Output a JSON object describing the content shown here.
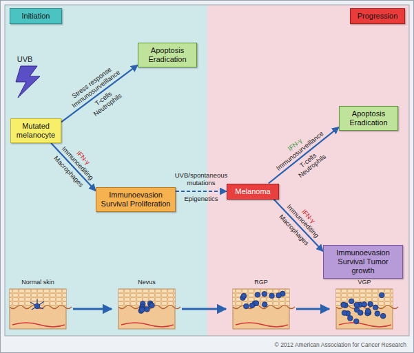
{
  "diagram": {
    "nodes": [
      {
        "text": [
          "Initiation"
        ]
      },
      {
        "text": [
          "Progression"
        ]
      },
      {
        "text": [
          "Mutated melanocyte"
        ]
      },
      {
        "text": [
          "Apoptosis Eradication"
        ]
      },
      {
        "text": [
          "Immunoevasion Survival Proliferation"
        ]
      },
      {
        "text": [
          "Melanoma"
        ]
      },
      {
        "text": [
          "Apoptosis Eradication"
        ]
      },
      {
        "text": [
          "Immunoevasion Survival Tumor growth"
        ]
      }
    ],
    "edges": [
      {
        "from": 2,
        "to": 3,
        "arrow": "to"
      },
      {
        "from": 2,
        "to": 4,
        "arrow": "to"
      },
      {
        "from": 4,
        "to": 5,
        "arrow": "to"
      },
      {
        "from": 5,
        "to": 6,
        "arrow": "to"
      },
      {
        "from": 5,
        "to": 7,
        "arrow": "to"
      }
    ],
    "labels": [
      "UVB",
      "Stress response",
      "Immunosurveillance",
      "T-cells",
      "Neutrophils",
      "IFN-γ",
      "Immunoediting",
      "Macrophages",
      "UVB/spontaneous mutations",
      "Epigenetics",
      "IFN-γ",
      "Immunosurveillance",
      "T-cells",
      "Neutrophils",
      "IFN-γ",
      "Immunoediting",
      "Macrophages",
      "Normal skin",
      "Nevus",
      "RGP",
      "VGP",
      "© 2012 American Association for Cancer Research"
    ]
  }
}
